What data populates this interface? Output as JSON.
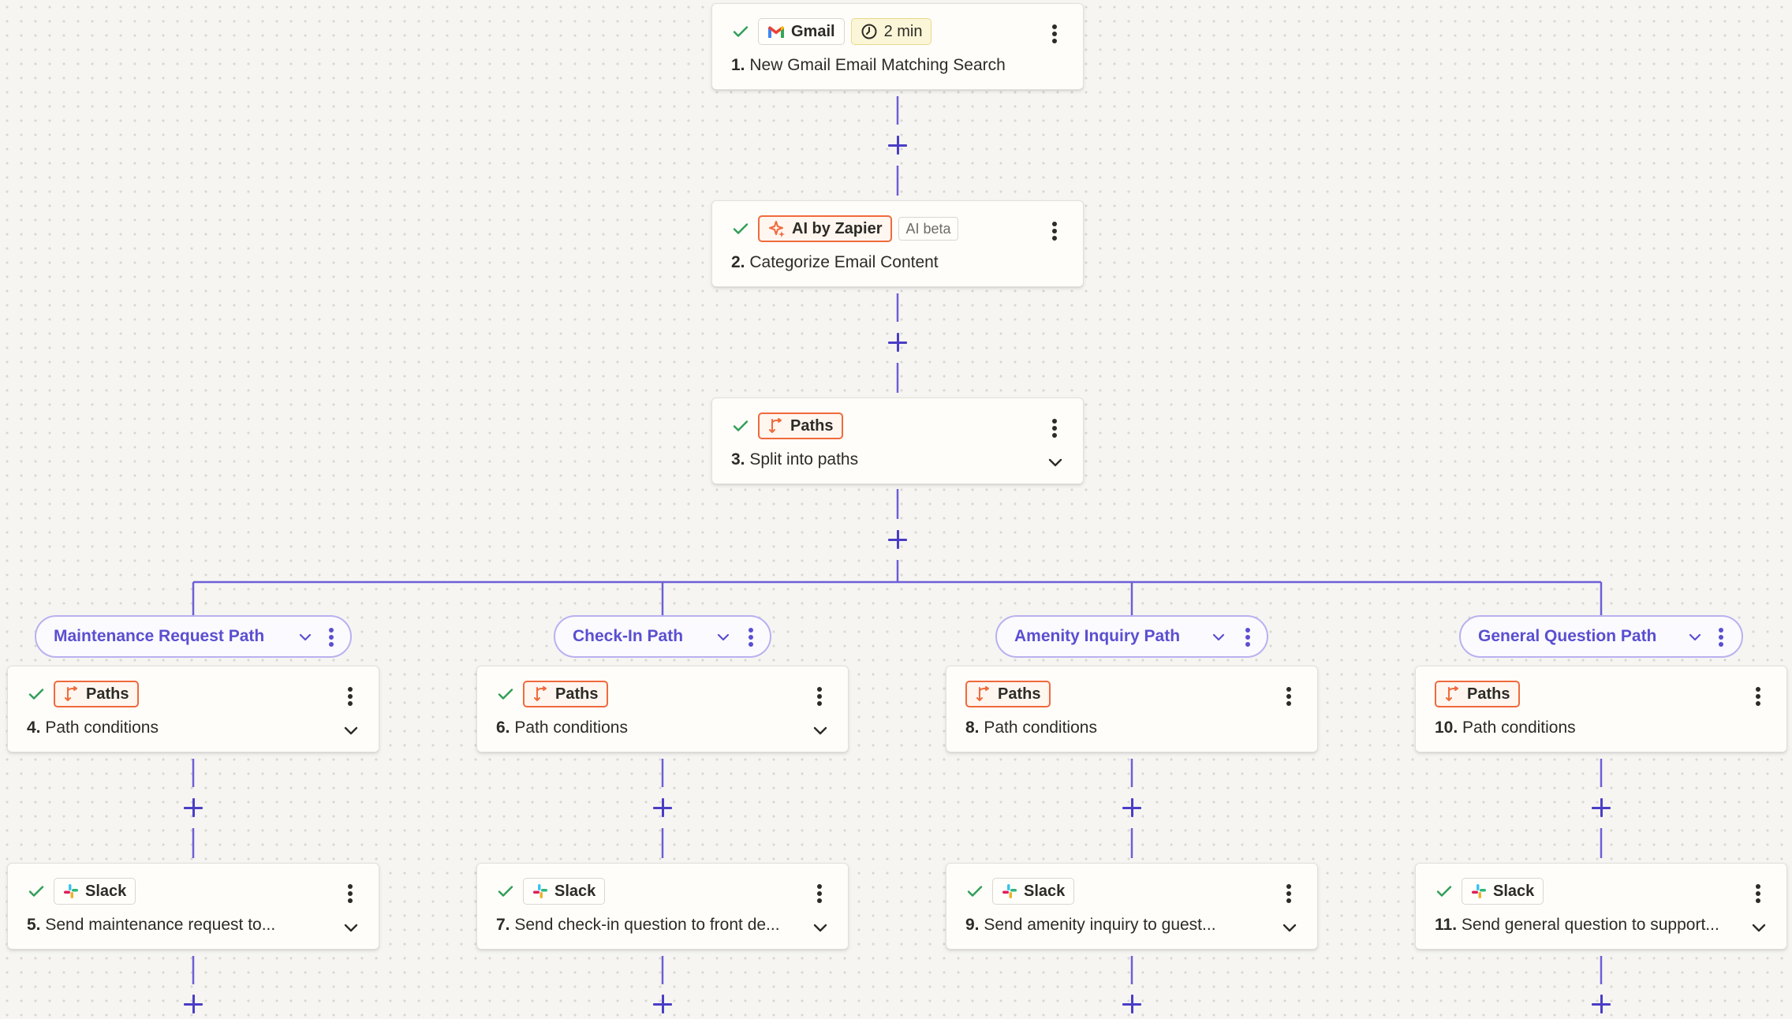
{
  "steps": [
    {
      "app": "Gmail",
      "num": "1.",
      "title": "New Gmail Email Matching Search",
      "time": "2 min"
    },
    {
      "app": "AI by Zapier",
      "num": "2.",
      "title": "Categorize Email Content",
      "tag": "AI beta"
    },
    {
      "app": "Paths",
      "num": "3.",
      "title": "Split into paths"
    }
  ],
  "paths": [
    {
      "name": "Maintenance Request Path",
      "condition": {
        "app": "Paths",
        "num": "4.",
        "title": "Path conditions"
      },
      "action": {
        "app": "Slack",
        "num": "5.",
        "title": "Send maintenance request to..."
      }
    },
    {
      "name": "Check-In Path",
      "condition": {
        "app": "Paths",
        "num": "6.",
        "title": "Path conditions"
      },
      "action": {
        "app": "Slack",
        "num": "7.",
        "title": "Send check-in question to front de..."
      }
    },
    {
      "name": "Amenity Inquiry Path",
      "condition": {
        "app": "Paths",
        "num": "8.",
        "title": "Path conditions"
      },
      "action": {
        "app": "Slack",
        "num": "9.",
        "title": "Send amenity inquiry to guest..."
      }
    },
    {
      "name": "General Question Path",
      "condition": {
        "app": "Paths",
        "num": "10.",
        "title": "Path conditions"
      },
      "action": {
        "app": "Slack",
        "num": "11.",
        "title": "Send general question to support..."
      }
    }
  ],
  "colors": {
    "connector": "#6d5fd6",
    "plus": "#4a3ec6",
    "check": "#2f9e57",
    "paths_accent": "#f06a3c",
    "pill_text": "#5a4fd0"
  },
  "icons": [
    "check-icon",
    "gmail-icon",
    "clock-icon",
    "ai-sparkle-icon",
    "paths-icon",
    "slack-icon",
    "more-icon",
    "chevron-down-icon",
    "add-step-icon"
  ]
}
